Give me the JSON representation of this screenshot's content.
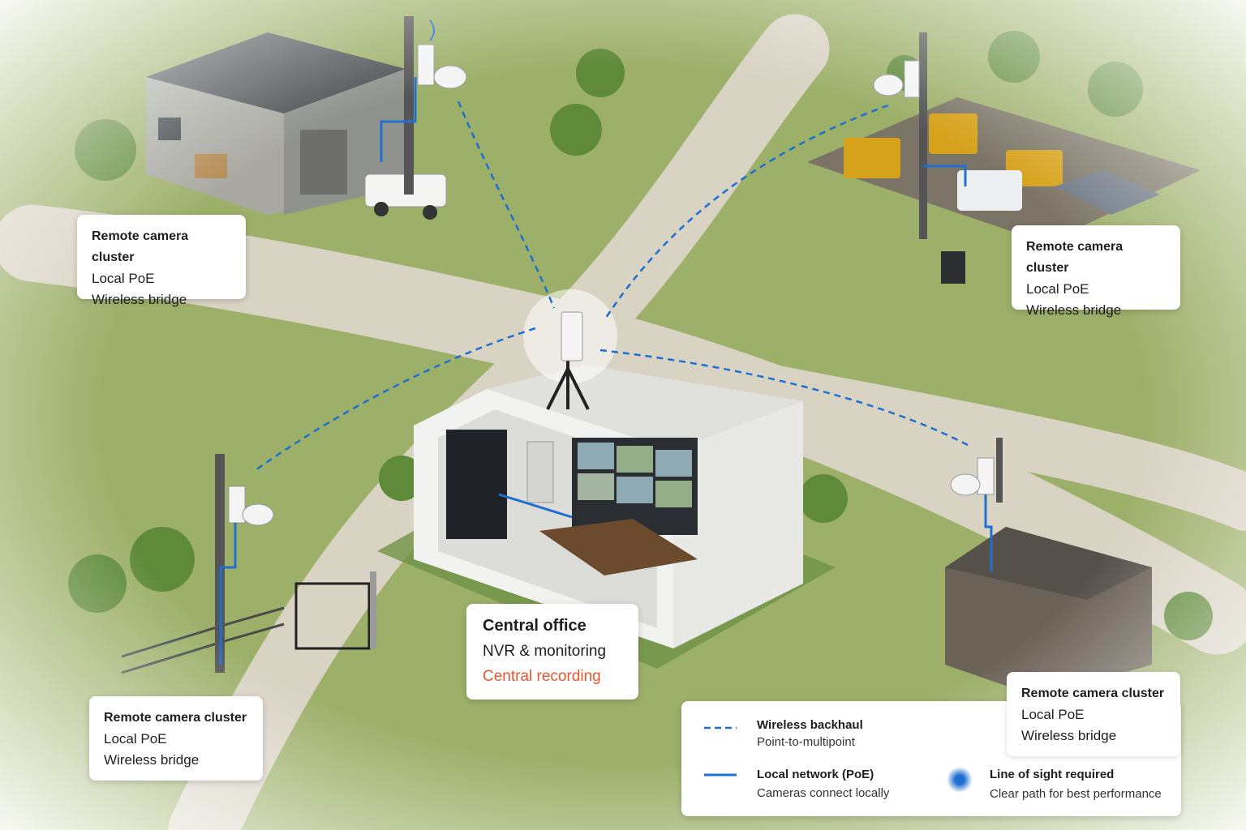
{
  "clusters": [
    {
      "title": "Remote camera cluster",
      "line1": "Local PoE",
      "line2": "Wireless bridge"
    },
    {
      "title": "Remote camera cluster",
      "line1": "Local PoE",
      "line2": "Wireless bridge"
    },
    {
      "title": "Remote camera cluster",
      "line1": "Local PoE",
      "line2": "Wireless bridge"
    },
    {
      "title": "Remote camera cluster",
      "line1": "Local PoE",
      "line2": "Wireless bridge"
    }
  ],
  "central": {
    "title": "Central office",
    "line1": "NVR & monitoring",
    "line2": "Central recording"
  },
  "legend": {
    "wireless_title": "Wireless backhaul",
    "wireless_sub": "Point-to-multipoint",
    "local_title": "Local network (PoE)",
    "local_sub": "Cameras connect locally",
    "los_title": "Line of sight required",
    "los_sub": "Clear path for best performance"
  },
  "colors": {
    "link": "#1f6fd1",
    "accent": "#e4572e",
    "grass": "#8aa35a",
    "road": "#d8d2c4"
  }
}
